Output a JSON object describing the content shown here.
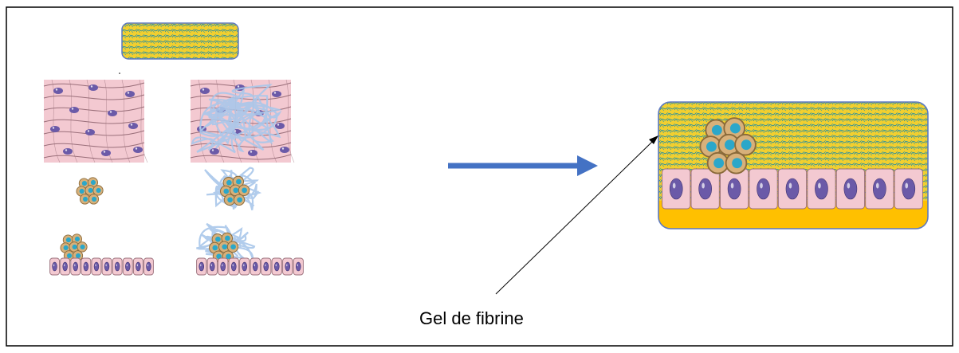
{
  "callout": {
    "label": "Gel de fibrine"
  },
  "colors": {
    "frame": "#000000",
    "gel_yellow": "#f2cf2f",
    "gel_mesh": "#2f8f9a",
    "gel_border": "#5d79c1",
    "tissue_pink": "#f3c9d1",
    "tissue_line": "#9a6f7a",
    "nucleus": "#6b5aa8",
    "fibrin_blue": "#a9c6ea",
    "arrow_blue": "#4472c4",
    "tumor_tan": "#d7b07a",
    "tumor_cyan": "#2ba7c9",
    "substrate_orange": "#ffc000"
  },
  "icons": {
    "gel_block": "fibrin-gel-block",
    "tissue": "endothelial-tissue",
    "cell_cluster": "tumor-cell-cluster",
    "cell_layer": "cell-monolayer",
    "arrow": "right-arrow"
  }
}
